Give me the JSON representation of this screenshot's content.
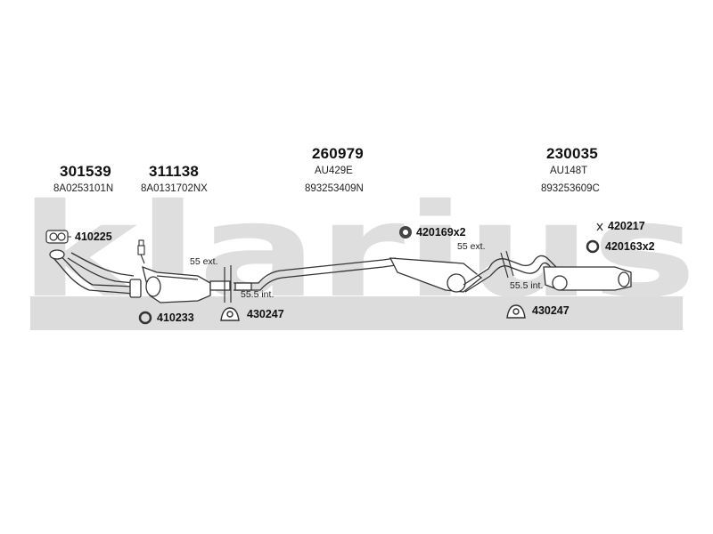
{
  "watermark": "klarius",
  "groups": [
    {
      "part_number": "301539",
      "oem": "8A0253101N"
    },
    {
      "part_number": "311138",
      "oem": "8A0131702NX"
    },
    {
      "part_number": "260979",
      "sub": "AU429E",
      "oem": "893253409N"
    },
    {
      "part_number": "230035",
      "sub": "AU148T",
      "oem": "893253609C"
    }
  ],
  "parts": [
    {
      "label": "410225"
    },
    {
      "label": "410233"
    },
    {
      "label": "430247"
    },
    {
      "label": "420169x2"
    },
    {
      "label": "430247"
    },
    {
      "label": "420217"
    },
    {
      "label": "420163x2"
    }
  ],
  "notes": [
    "55 ext.",
    "55.5 int.",
    "55 ext.",
    "55.5 int."
  ]
}
